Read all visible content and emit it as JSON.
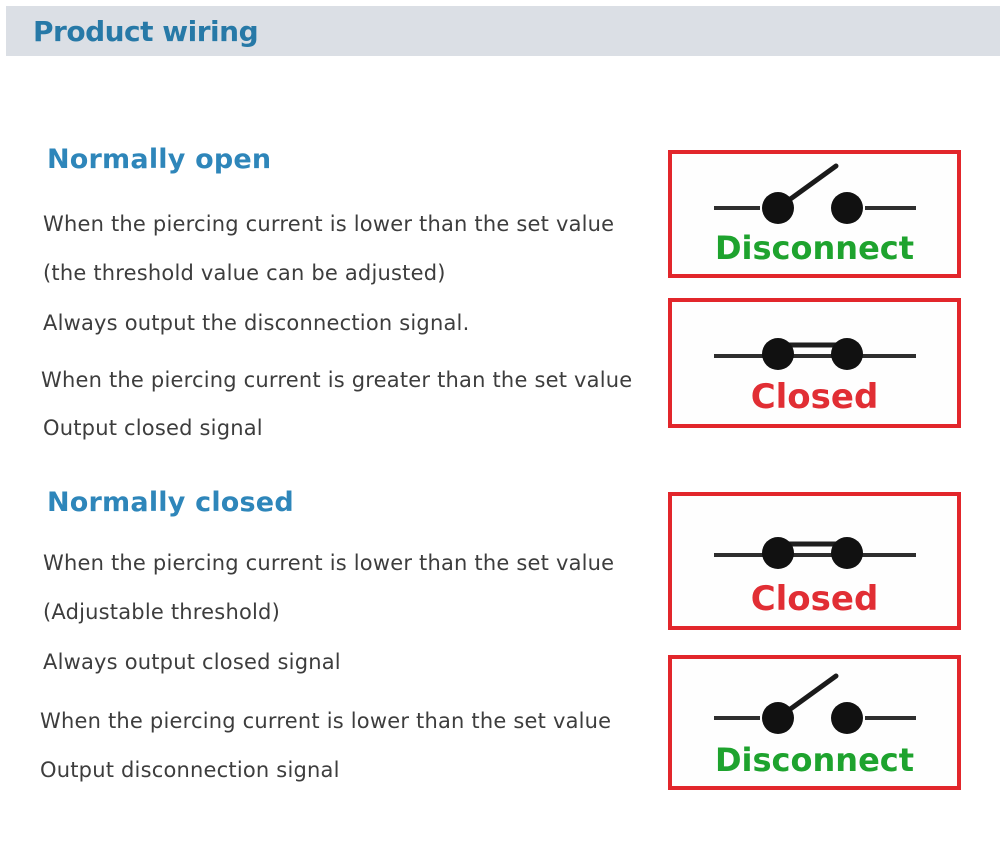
{
  "header": {
    "title": "Product wiring"
  },
  "colors": {
    "header_bg": "#dbdfe5",
    "header_text": "#2779a7",
    "heading_blue": "#2e86ba",
    "body_text": "#3d3d3d",
    "box_border_red": "#e2262b",
    "closed_red": "#e12e34",
    "disconnect_green": "#1ea32e",
    "switch_black": "#111111"
  },
  "sections": [
    {
      "heading": "Normally open",
      "lines": [
        "When the piercing current is lower than the set value",
        "(the threshold value can be adjusted)",
        "Always output the disconnection signal.",
        "When the piercing current is greater than the set value",
        "Output closed signal"
      ],
      "boxes": [
        {
          "state": "open",
          "label": "Disconnect"
        },
        {
          "state": "closed",
          "label": "Closed"
        }
      ]
    },
    {
      "heading": "Normally closed",
      "lines": [
        "When the piercing current is lower than the set value",
        "(Adjustable threshold)",
        "Always output closed signal",
        "When the piercing current is lower than the set value",
        "Output disconnection signal"
      ],
      "boxes": [
        {
          "state": "closed",
          "label": "Closed"
        },
        {
          "state": "open",
          "label": "Disconnect"
        }
      ]
    }
  ]
}
